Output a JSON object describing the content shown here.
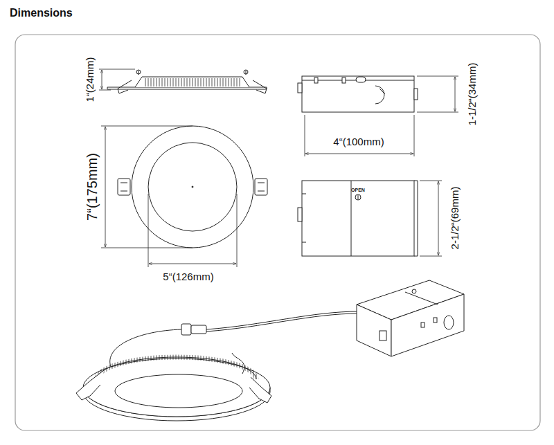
{
  "diagram": {
    "title": "Dimensions",
    "labels": [
      "1“(24mm)",
      "1-1/2“(34mm)",
      "4“(100mm)",
      "7“(175mm)",
      "2-1/2“(69mm)",
      "5“(126mm)",
      "OPEN"
    ]
  }
}
